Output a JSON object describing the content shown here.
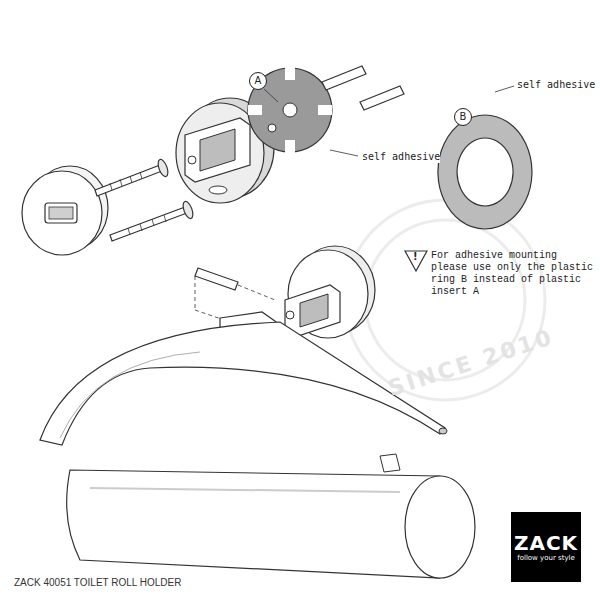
{
  "diagram": {
    "caption": "ZACK 40051 TOILET ROLL HOLDER",
    "nodes": [
      {
        "text": [
          "A"
        ]
      },
      {
        "text": [
          "B"
        ]
      },
      {
        "text": [
          "ZACK",
          "follow your style"
        ]
      }
    ],
    "labels": [
      "self adhesive",
      "self adhesive",
      "!",
      "For adhesive mounting please use only the plastic ring B instead of plastic insert A",
      "SINCE 2010"
    ]
  }
}
